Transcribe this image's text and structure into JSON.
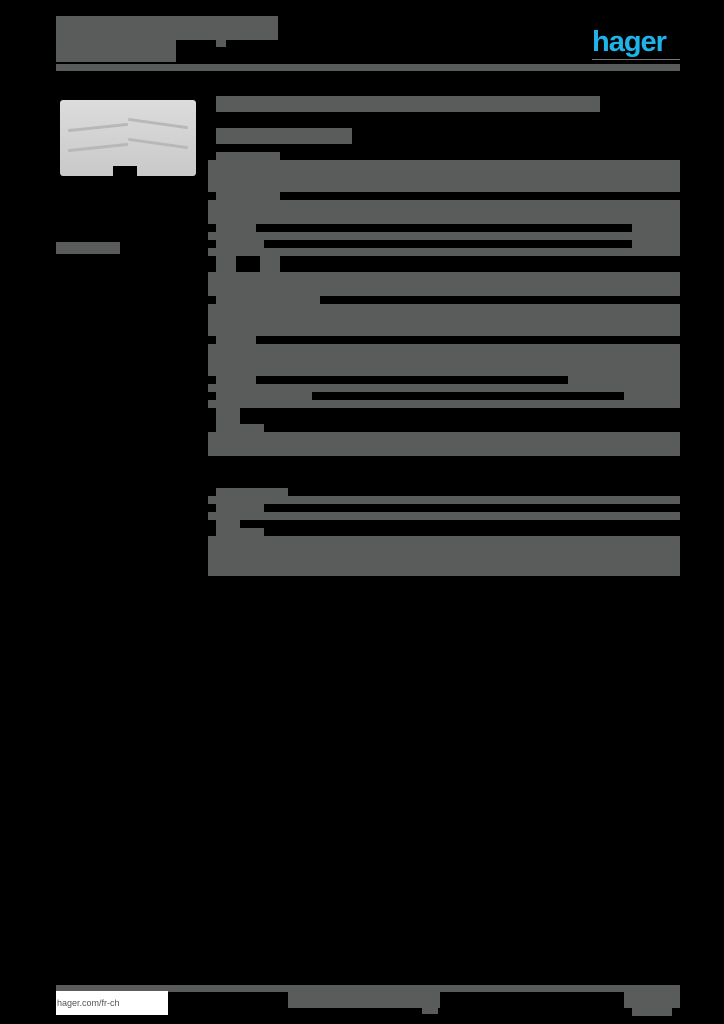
{
  "header": {
    "brand_logo": "hager",
    "brand_color": "#1eb4ea",
    "title_redacted": true,
    "subtitle_redacted": true
  },
  "product": {
    "image": "product-photo-corner-piece",
    "title_redacted": true,
    "subtitle_redacted": true,
    "side_label_redacted": true
  },
  "specs_table": {
    "redacted": true,
    "row_count": 13
  },
  "secondary_table": {
    "redacted": true,
    "row_count": 3
  },
  "footer": {
    "url": "hager.com/fr-ch",
    "center_redacted": true,
    "page_redacted": true
  },
  "colors": {
    "redaction": "#5a5b5b",
    "background": "#000000",
    "accent": "#1eb4ea"
  }
}
